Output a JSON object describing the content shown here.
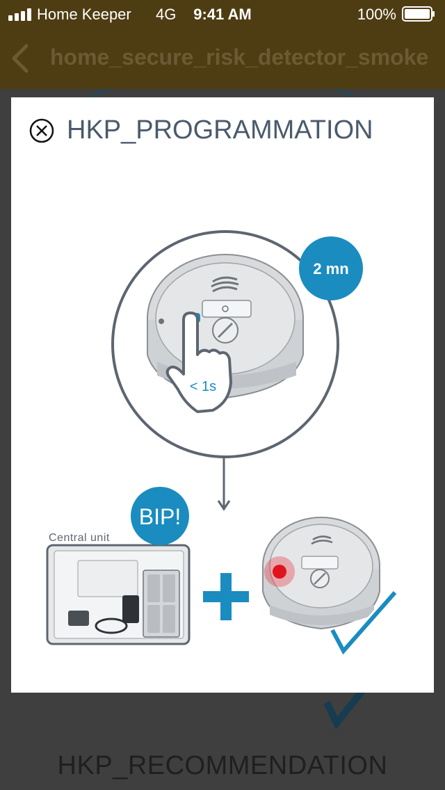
{
  "status_bar": {
    "carrier": "Home Keeper",
    "network": "4G",
    "time": "9:41 AM",
    "battery": "100%"
  },
  "nav": {
    "title": "home_secure_risk_detector_smoke"
  },
  "background": {
    "section_title": "HKP_RECOMMENDATION"
  },
  "modal": {
    "title": "HKP_PROGRAMMATION",
    "illustration": {
      "timer_badge": "2 mn",
      "press_duration": "< 1s",
      "central_unit_label": "Central unit",
      "bip_badge": "BIP!"
    }
  },
  "colors": {
    "accent": "#1a8cc0",
    "nav_bg": "#4e3d12",
    "title_text": "#4a5a6c"
  }
}
